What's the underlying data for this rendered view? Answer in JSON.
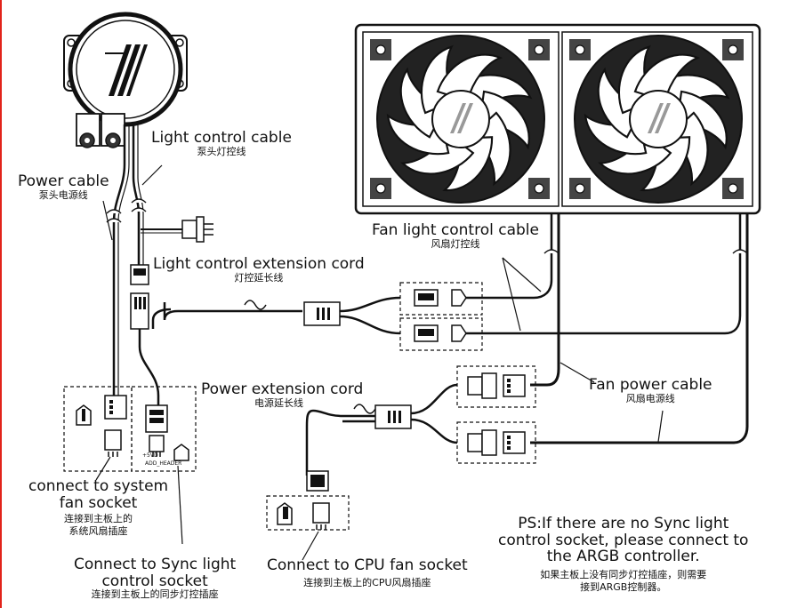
{
  "labels": {
    "light_control_cable": {
      "en": "Light control cable",
      "zh": "泵头灯控线"
    },
    "power_cable": {
      "en": "Power cable",
      "zh": "泵头电源线"
    },
    "light_control_extension": {
      "en": "Light control extension cord",
      "zh": "灯控延长线"
    },
    "fan_light_control_cable": {
      "en": "Fan light control cable",
      "zh": "风扇灯控线"
    },
    "fan_power_cable": {
      "en": "Fan power cable",
      "zh": "风扇电源线"
    },
    "power_extension_cord": {
      "en": "Power extension cord",
      "zh": "电源延长线"
    },
    "system_fan_socket": {
      "en_line1": "connect to system",
      "en_line2": "fan socket",
      "zh_line1": "连接到主板上的",
      "zh_line2": "系统风扇插座"
    },
    "sync_light_socket": {
      "en_line1": "Connect to Sync light",
      "en_line2": "control socket",
      "zh": "连接到主板上的同步灯控插座"
    },
    "cpu_fan_socket": {
      "en": "Connect to CPU fan socket",
      "zh": "连接到主板上的CPU风扇插座"
    },
    "ps_note": {
      "en_line1": "PS:If there are no Sync light",
      "en_line2": "control socket, please connect to",
      "en_line3": "the ARGB controller.",
      "zh_line1": "如果主板上没有同步灯控插座，则需要",
      "zh_line2": "接到ARGB控制器。"
    }
  },
  "pin_labels": {
    "plus5v": "+5VD",
    "add_header": "ADD_HEADER"
  },
  "accent": "#e2231a"
}
